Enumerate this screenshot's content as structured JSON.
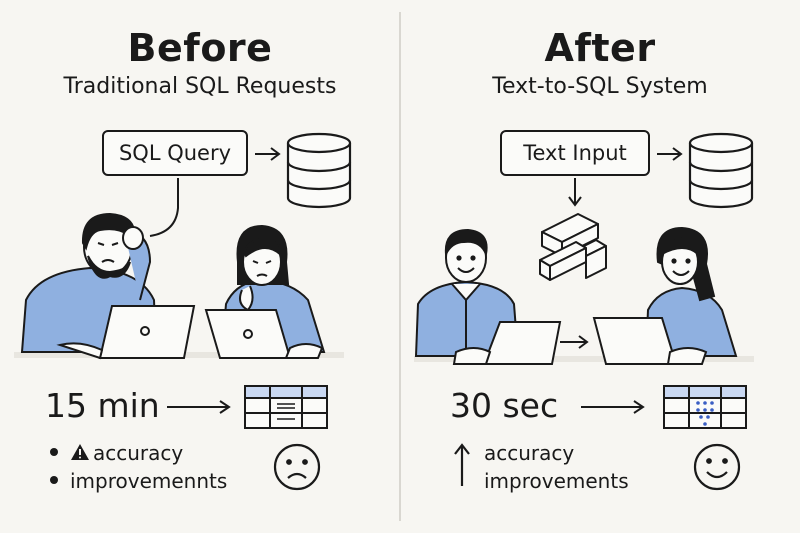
{
  "before": {
    "title": "Before",
    "subtitle": "Traditional SQL Requests",
    "box_label": "SQL Query",
    "metric": "15 min",
    "bullets": [
      {
        "icon": "warning-icon",
        "text": "accuracy"
      },
      {
        "text": "improvemennts"
      }
    ],
    "mood": "sad-face-icon"
  },
  "after": {
    "title": "After",
    "subtitle": "Text-to-SQL System",
    "box_label": "Text Input",
    "metric": "30 sec",
    "improvement_icon": "up-arrow-icon",
    "lines": [
      "accuracy",
      "improvements"
    ],
    "mood": "happy-face-icon"
  },
  "colors": {
    "accent": "#8fb0e0",
    "accent_light": "#c9d8f2",
    "ink": "#1a1a1a",
    "background": "#f7f6f2",
    "dot_blue": "#3b5fc4"
  }
}
